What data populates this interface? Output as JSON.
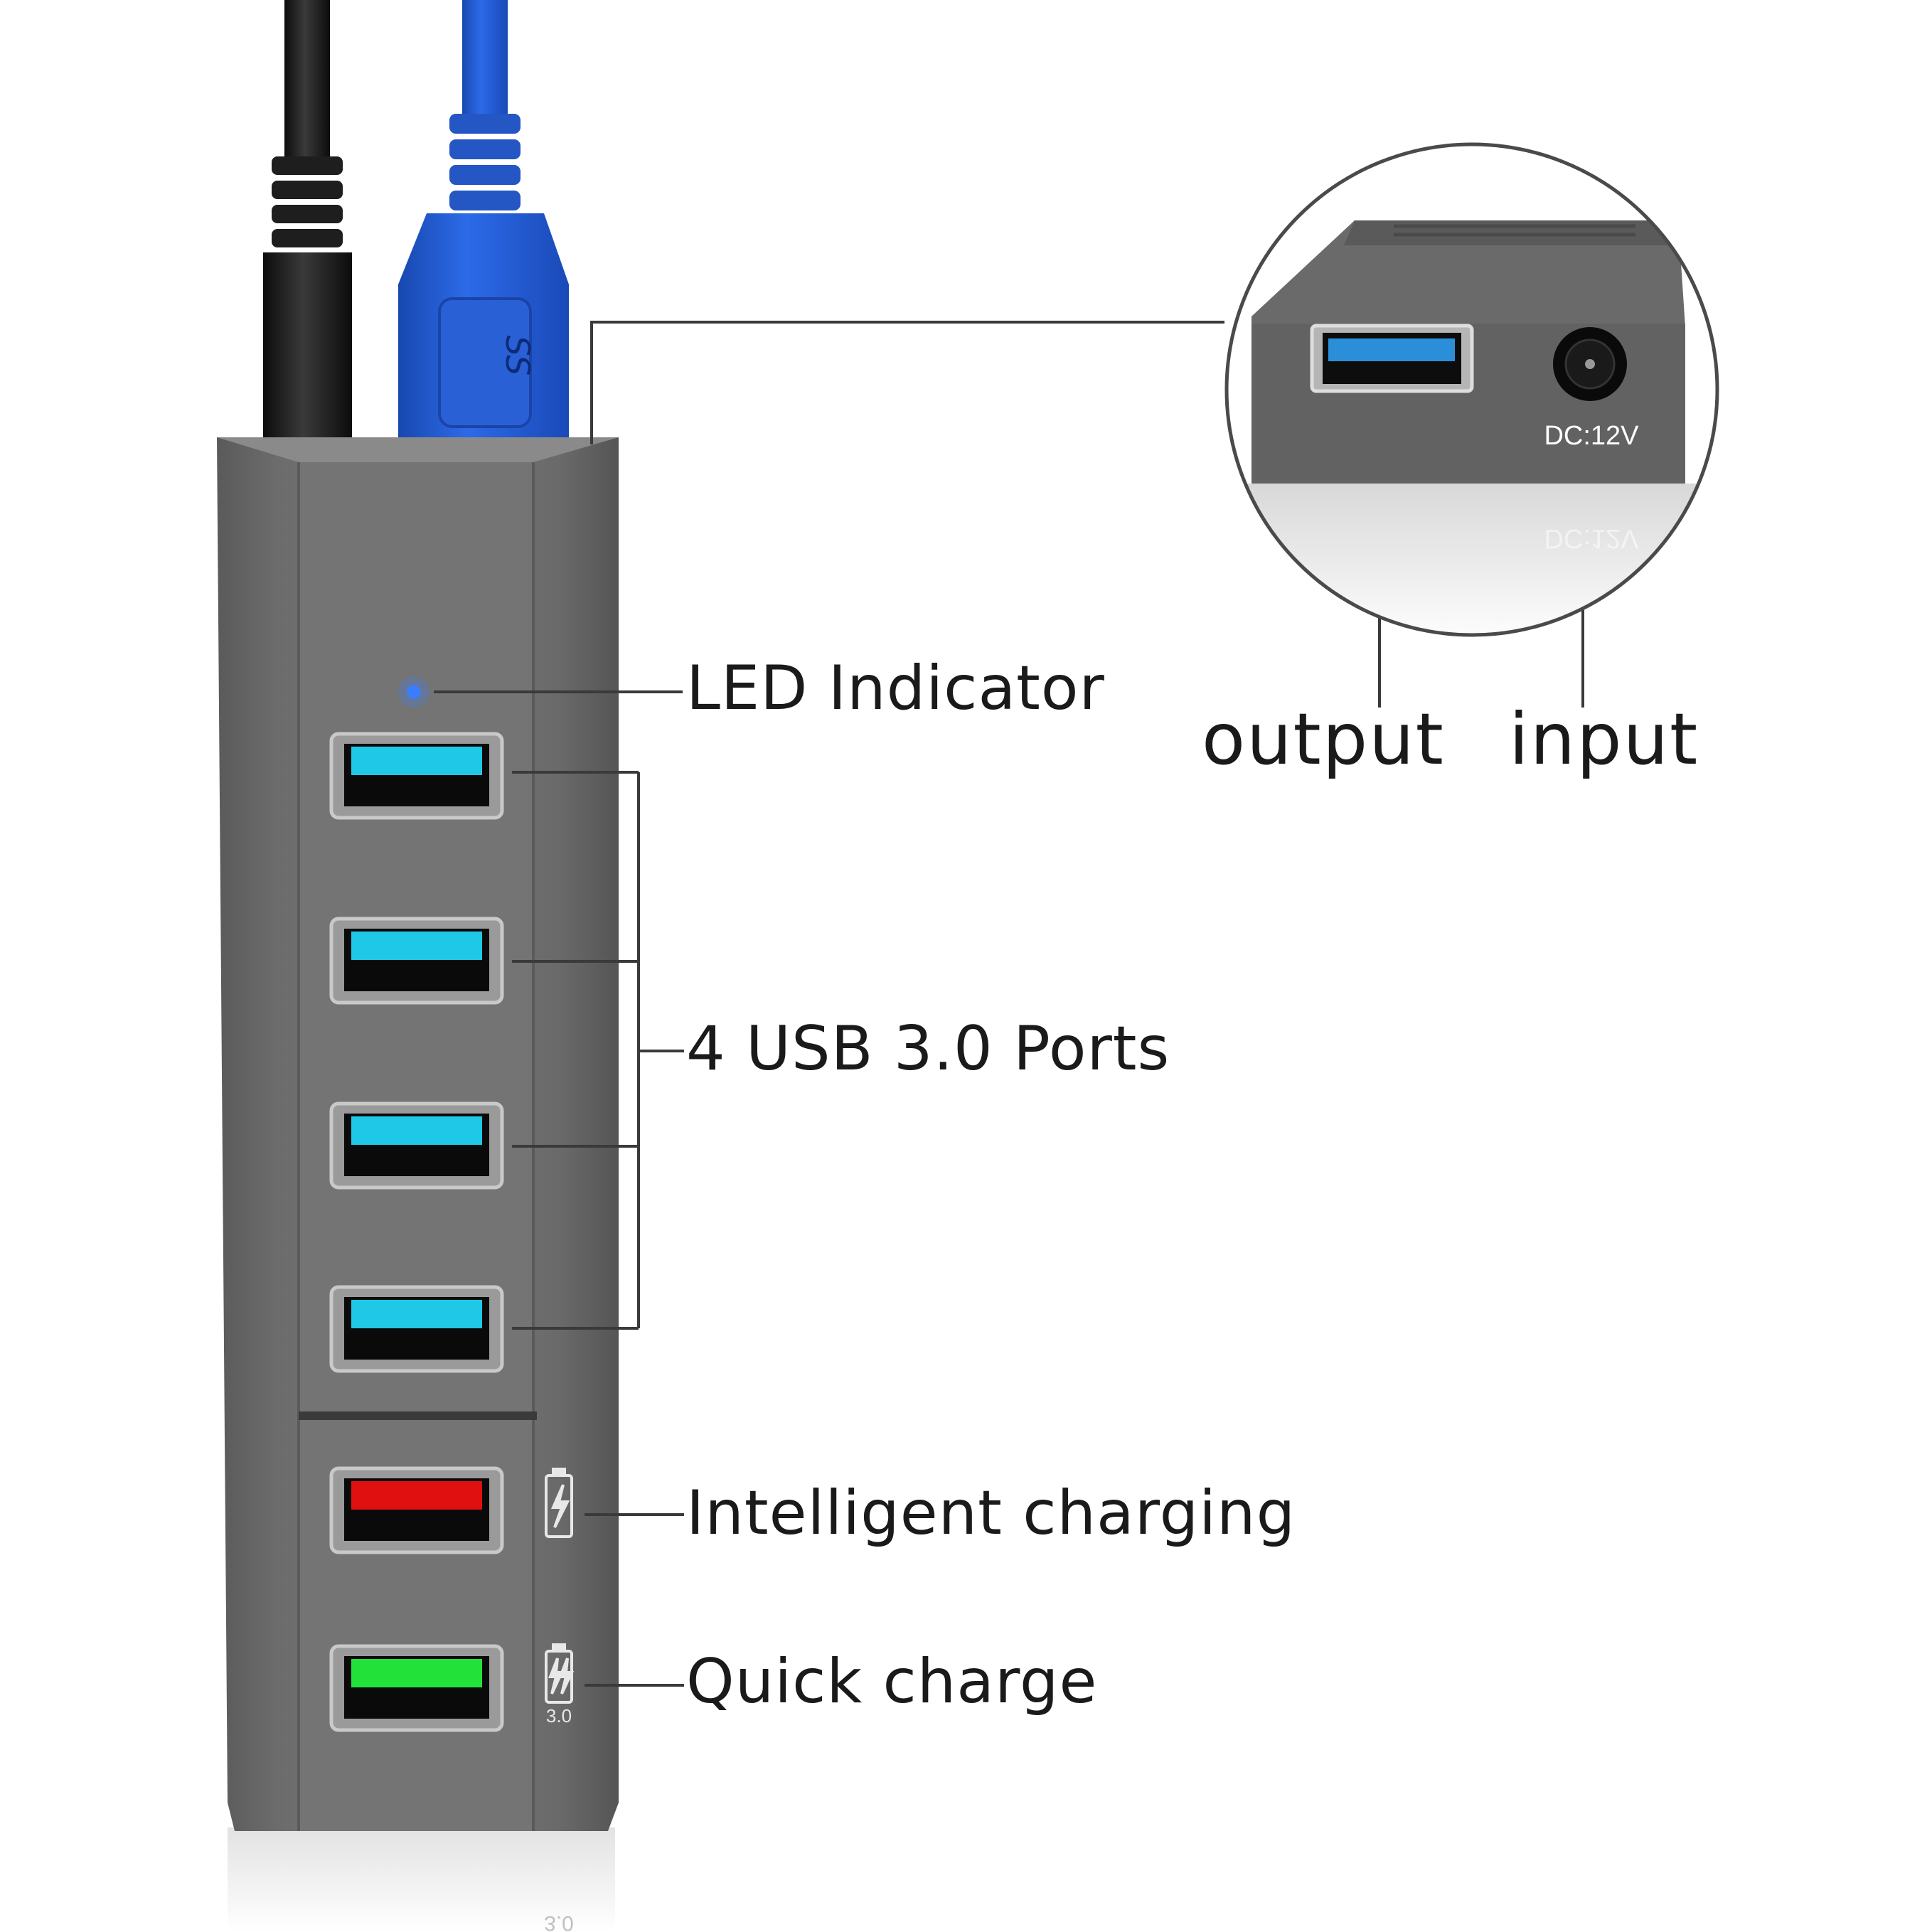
{
  "labels": {
    "led_indicator": "LED Indicator",
    "usb_ports": "4 USB 3.0 Ports",
    "intelligent_charging": "Intelligent charging",
    "quick_charge": "Quick charge",
    "output": "output",
    "input": "input"
  },
  "inset": {
    "dc_label": "DC:12V",
    "dc_label_reflection": "DC:12V"
  },
  "hub": {
    "usb_logo_text": "SS",
    "quick_charge_badge": "3.0",
    "quick_charge_badge_reflection": "3.0"
  },
  "colors": {
    "hub_body": "#6e6e6e",
    "usb3_port_blue": "#1ec8e6",
    "cable_blue": "#1e5fd0",
    "charging_port_red": "#e01010",
    "quick_charge_port_green": "#22e23a",
    "led": "#3c7dff",
    "leader_lines": "#3a3a3a"
  },
  "icons": [
    "battery-bolt-icon",
    "battery-double-bolt-icon",
    "usb-ss-logo-icon",
    "dc-jack-icon"
  ]
}
